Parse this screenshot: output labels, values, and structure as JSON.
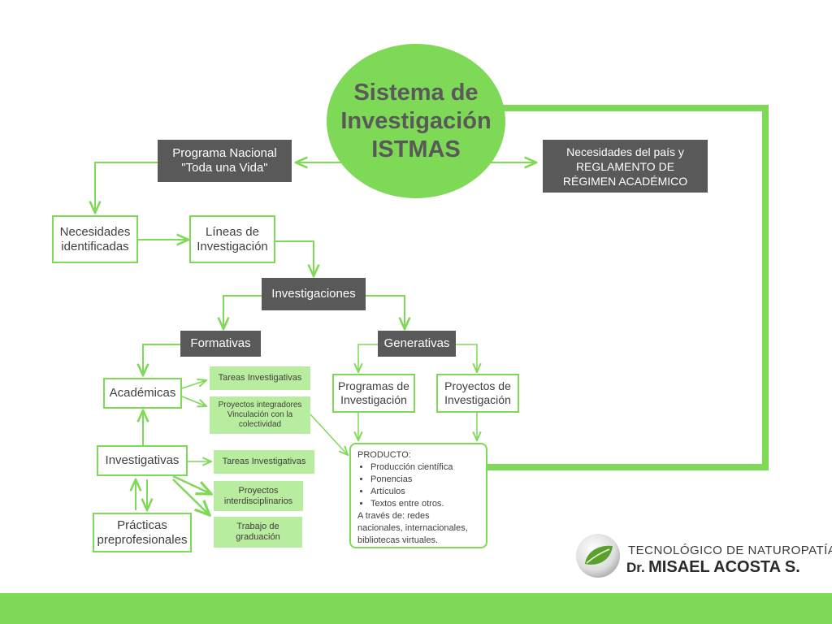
{
  "title": {
    "lines": [
      "Sistema de",
      "Investigación",
      "ISTMAS"
    ]
  },
  "nodes": {
    "programa_nacional": [
      "Programa Nacional",
      "\"Toda una Vida\""
    ],
    "necesidades_pais": [
      "Necesidades del país y",
      "REGLAMENTO DE",
      "RÉGIMEN ACADÉMICO"
    ],
    "necesidades_identificadas": [
      "Necesidades",
      "identificadas"
    ],
    "lineas_investigacion": [
      "Líneas de",
      "Investigación"
    ],
    "investigaciones": "Investigaciones",
    "formativas": "Formativas",
    "generativas": "Generativas",
    "academicas": "Académicas",
    "tareas_investigativas_1": "Tareas Investigativas",
    "proyectos_integradores": [
      "Proyectos integradores",
      "Vinculación con la",
      "colectividad"
    ],
    "investigativas": "Investigativas",
    "tareas_investigativas_2": "Tareas Investigativas",
    "proyectos_interdisciplinarios": [
      "Proyectos",
      "interdisciplinarios"
    ],
    "trabajo_graduacion": [
      "Trabajo de",
      "graduación"
    ],
    "practicas_preprofesionales": [
      "Prácticas",
      "preprofesionales"
    ],
    "programas_investigacion": [
      "Programas de",
      "Investigación"
    ],
    "proyectos_investigacion": [
      "Proyectos de",
      "Investigación"
    ]
  },
  "producto": {
    "heading": "PRODUCTO:",
    "items": [
      "Producción científica",
      "Ponencias",
      "Artículos",
      "Textos entre otros."
    ],
    "note": [
      "A través de: redes",
      "nacionales, internacionales,",
      "bibliotecas virtuales."
    ]
  },
  "logo": {
    "line1": "TECNOLÓGICO DE NATUROPATÍA",
    "registered": "®",
    "prefix": "Dr.",
    "name": "MISAEL ACOSTA S.",
    "icon": "leaf-icon"
  },
  "colors": {
    "accent": "#7ed957",
    "dark_box": "#595959",
    "light_fill": "#b8ec9e",
    "text": "#3f3f3f"
  }
}
